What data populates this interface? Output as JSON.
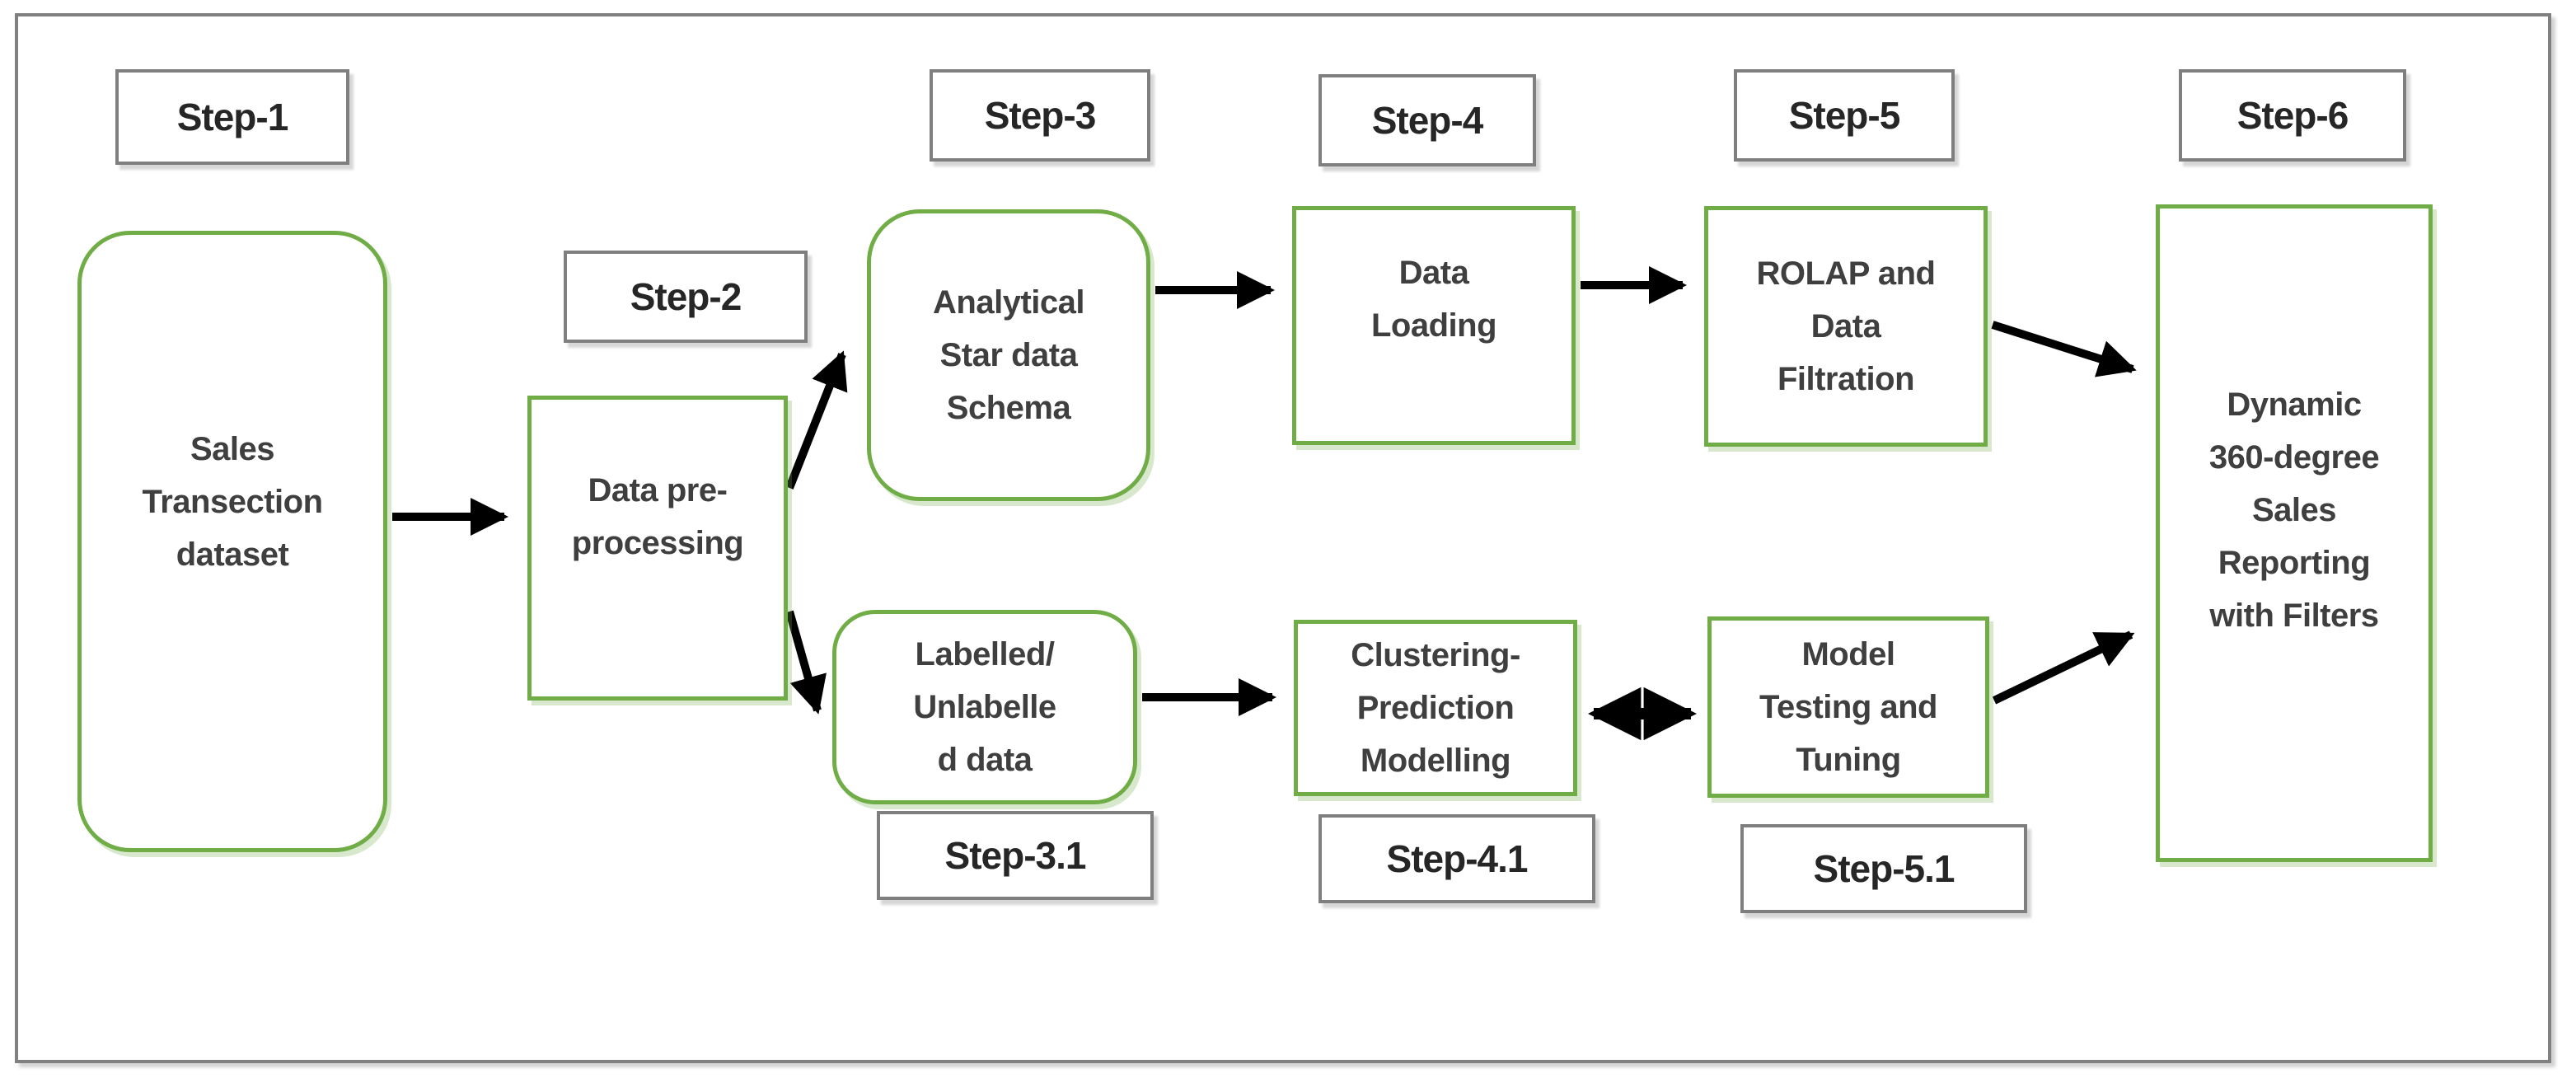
{
  "diagram": {
    "description": "Six-step sales analytics process flowchart",
    "colors": {
      "node_border_green": "#70ad47",
      "label_border_gray": "#7f7f7f",
      "frame_gray": "#808080",
      "arrow_black": "#000000",
      "text_dark": "#3f3f3f",
      "background": "#ffffff"
    }
  },
  "step_labels": [
    {
      "id": "step-1",
      "text": "Step-1"
    },
    {
      "id": "step-2",
      "text": "Step-2"
    },
    {
      "id": "step-3",
      "text": "Step-3"
    },
    {
      "id": "step-4",
      "text": "Step-4"
    },
    {
      "id": "step-5",
      "text": "Step-5"
    },
    {
      "id": "step-6",
      "text": "Step-6"
    },
    {
      "id": "step-3-1",
      "text": "Step-3.1"
    },
    {
      "id": "step-4-1",
      "text": "Step-4.1"
    },
    {
      "id": "step-5-1",
      "text": "Step-5.1"
    }
  ],
  "nodes": [
    {
      "id": "sales-dataset",
      "shape": "rounded",
      "text": "Sales\nTransection\ndataset"
    },
    {
      "id": "data-preprocessing",
      "shape": "rect",
      "text": "Data pre-\nprocessing"
    },
    {
      "id": "analytical-schema",
      "shape": "rounded",
      "text": "Analytical\nStar data\nSchema"
    },
    {
      "id": "data-loading",
      "shape": "rect",
      "text": "Data\nLoading"
    },
    {
      "id": "rolap-filtration",
      "shape": "rect",
      "text": "ROLAP and\nData\nFiltration"
    },
    {
      "id": "dynamic-reporting",
      "shape": "rect",
      "text": "Dynamic\n360-degree\nSales\nReporting\nwith Filters"
    },
    {
      "id": "labelled-data",
      "shape": "rounded",
      "text": "Labelled/\nUnlabelle\nd data"
    },
    {
      "id": "clustering-modelling",
      "shape": "rect",
      "text": "Clustering-\nPrediction\nModelling"
    },
    {
      "id": "model-testing",
      "shape": "rect",
      "text": "Model\nTesting and\nTuning"
    }
  ],
  "edges": [
    {
      "from": "sales-dataset",
      "to": "data-preprocessing",
      "type": "single"
    },
    {
      "from": "data-preprocessing",
      "to": "analytical-schema",
      "type": "single"
    },
    {
      "from": "data-preprocessing",
      "to": "labelled-data",
      "type": "single"
    },
    {
      "from": "analytical-schema",
      "to": "data-loading",
      "type": "single"
    },
    {
      "from": "data-loading",
      "to": "rolap-filtration",
      "type": "single"
    },
    {
      "from": "rolap-filtration",
      "to": "dynamic-reporting",
      "type": "single"
    },
    {
      "from": "labelled-data",
      "to": "clustering-modelling",
      "type": "single"
    },
    {
      "from": "clustering-modelling",
      "to": "model-testing",
      "type": "double"
    },
    {
      "from": "model-testing",
      "to": "dynamic-reporting",
      "type": "single"
    }
  ]
}
